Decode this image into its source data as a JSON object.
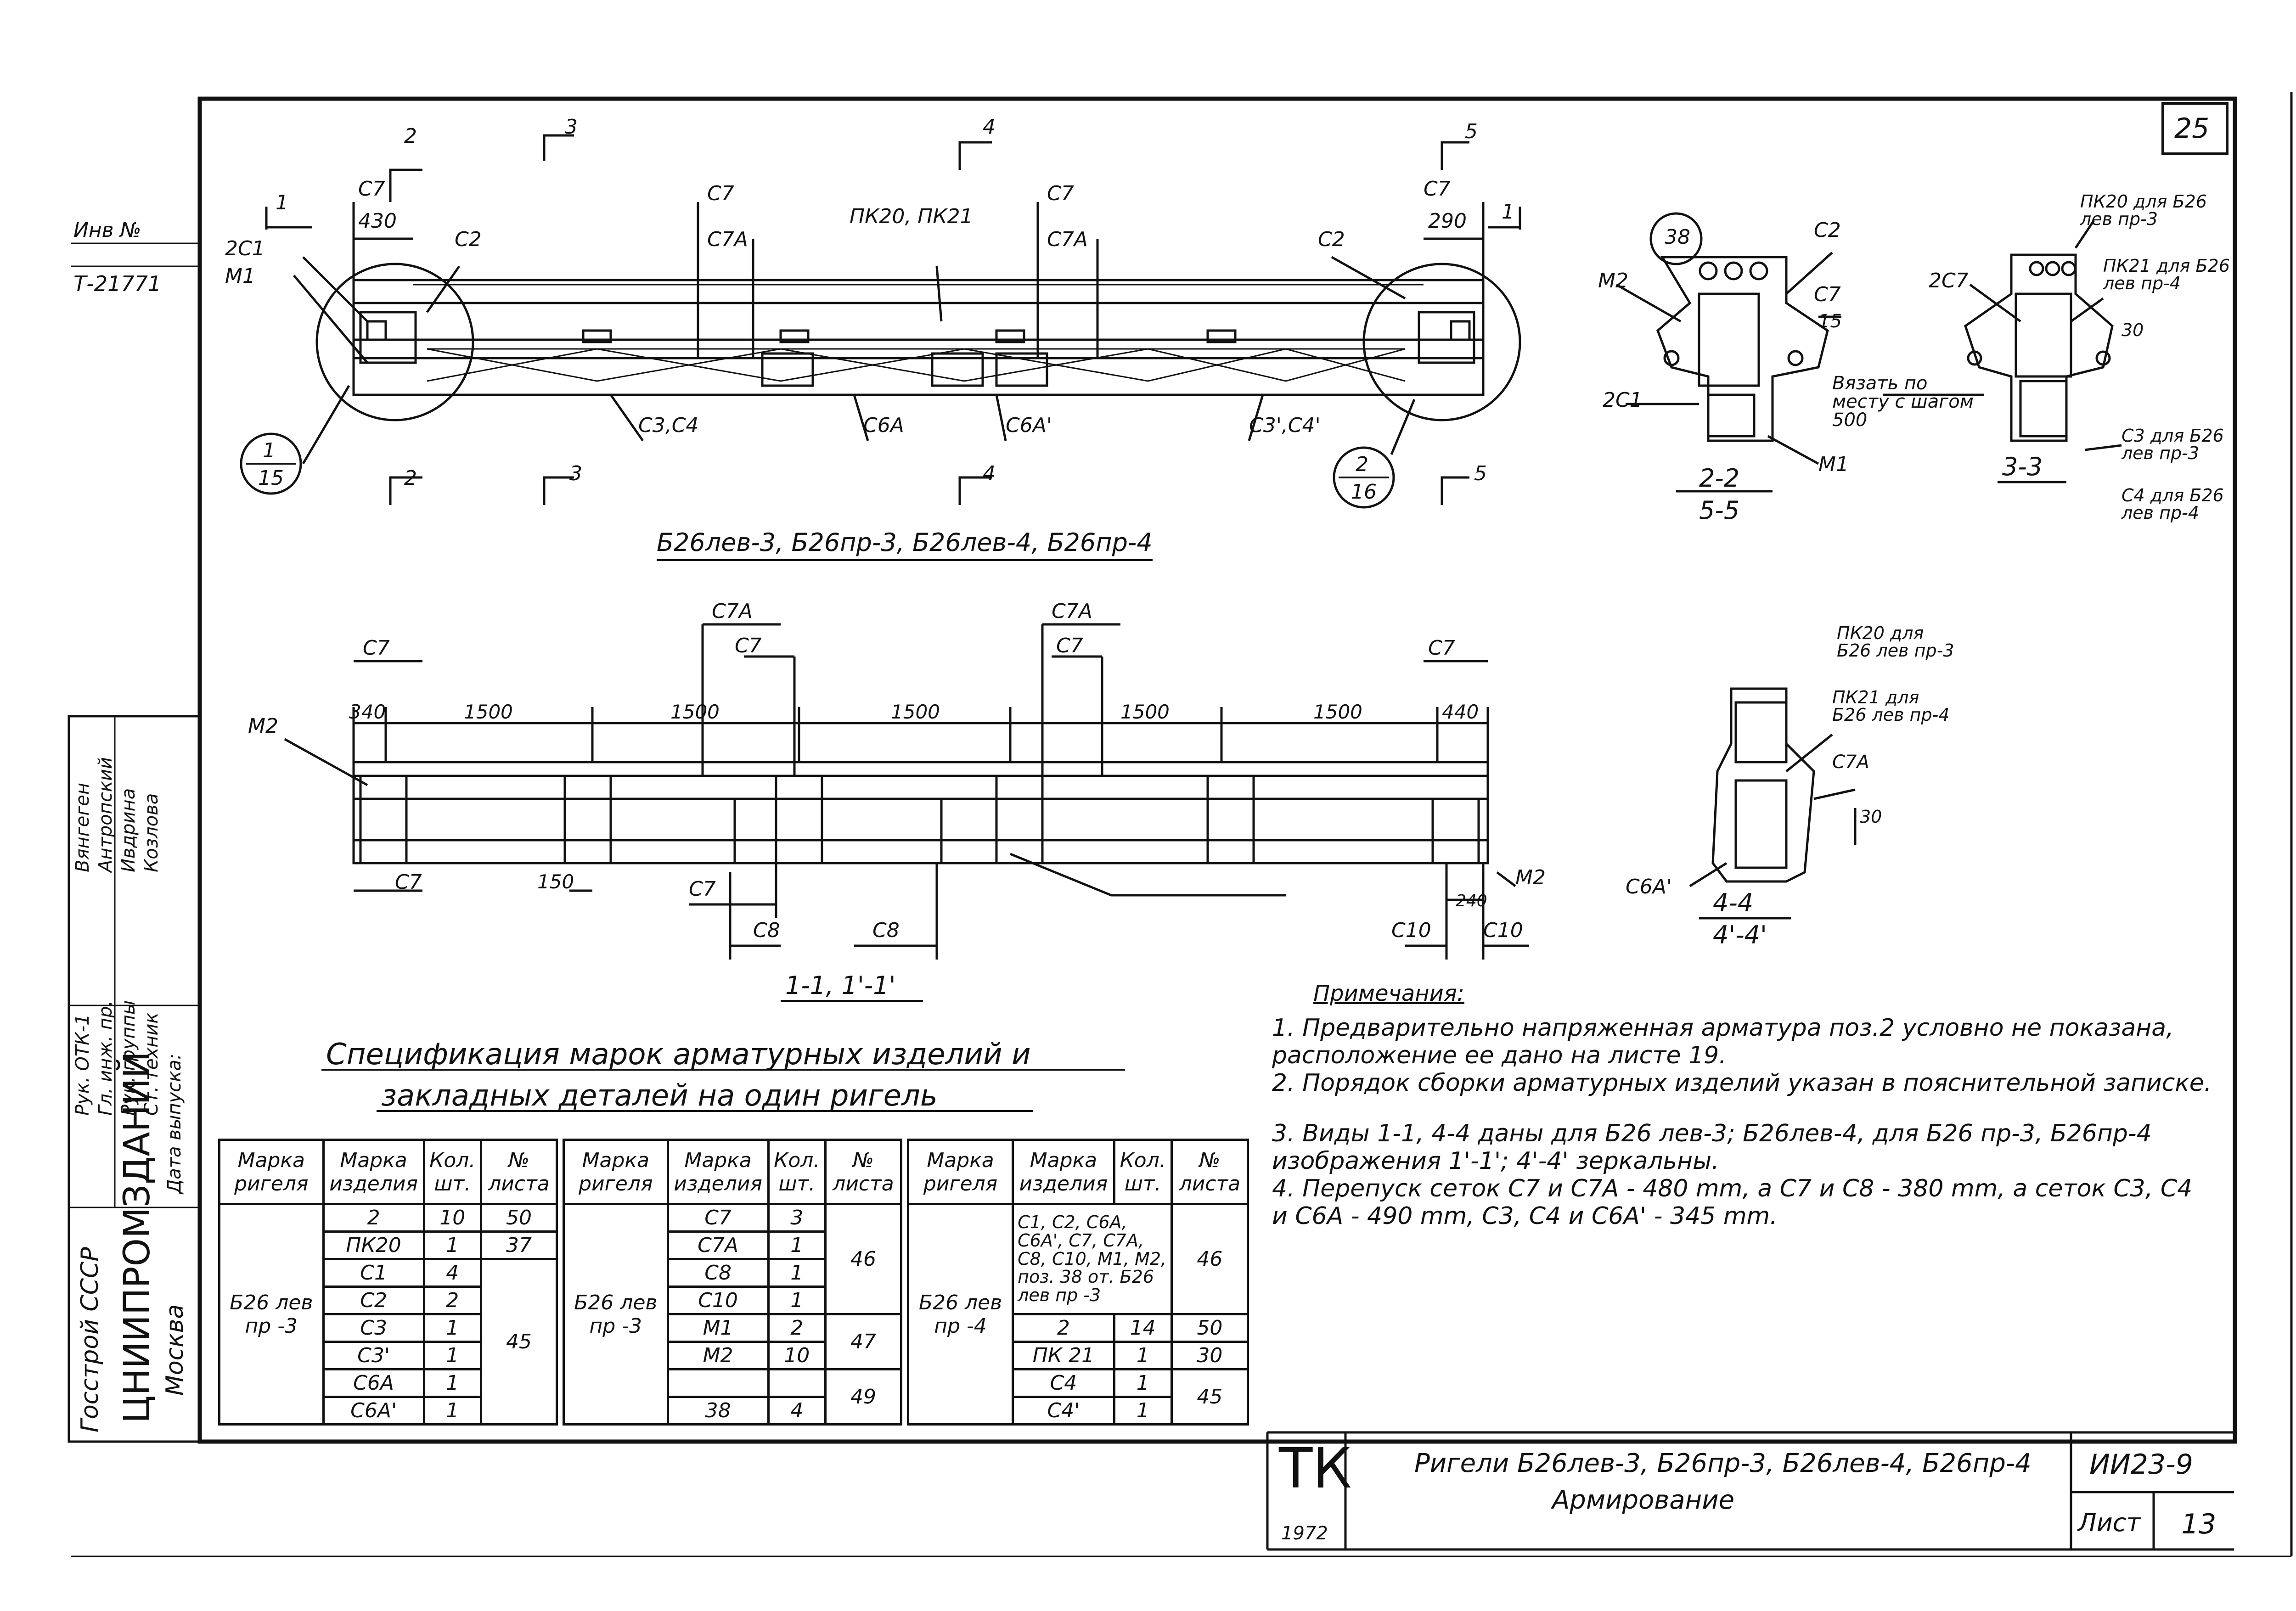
{
  "sheet_number": "25",
  "inv": {
    "label": "Инв №",
    "value": "Т-21771"
  },
  "left_strip": {
    "org": "ЦНИИПРОМЗДАНИЙ",
    "org_top": "Госстрой СССР",
    "city": "Москва",
    "roles": [
      "Рук. ОТК-1",
      "Гл. инж. пр.",
      "Рук. группы",
      "Ст. техник",
      "Дата выпуска:"
    ],
    "names": [
      "Вянгеген",
      "Антропский",
      "Ивдрина",
      "Козлова"
    ]
  },
  "top_view": {
    "caption": "Б26лев-3, Б26пр-3, Б26лев-4, Б26пр-4",
    "labels": {
      "pk": "ПК20, ПК21",
      "c7": "С7",
      "c7a": "С7А",
      "c2": "С2",
      "c1": "2С1",
      "m1": "М1",
      "c3c4": "С3,С4",
      "c6a": "С6А",
      "c6a2": "С6А'",
      "c3c4p": "С3',С4'",
      "d430": "430",
      "d290": "290"
    },
    "cuts": [
      "1",
      "2",
      "3",
      "4",
      "5"
    ],
    "callout_left": {
      "num": "1",
      "sheet": "15"
    },
    "callout_right": {
      "num": "2",
      "sheet": "16"
    }
  },
  "section_2_2": {
    "caption": "2-2",
    "sub": "5-5",
    "labels": [
      "38",
      "С2",
      "М2",
      "С7",
      "15",
      "2С1",
      "М1"
    ]
  },
  "section_3_3": {
    "caption": "3-3",
    "labels": [
      "ПК20 для Б26 лев пр-3",
      "ПК21 для Б26 лев пр-4",
      "2С7",
      "30",
      "Вязать по месту с шагом 500",
      "С3 для Б26 лев пр-3",
      "С4 для Б26 лев пр-4"
    ]
  },
  "section_4_4": {
    "caption": "4-4",
    "sub": "4'-4'",
    "labels": [
      "ПК20 для Б26 лев пр-3",
      "ПК21 для Б26 лев пр-4",
      "С7А",
      "30",
      "С6А'"
    ]
  },
  "plan_view": {
    "caption": "1-1, 1'-1'",
    "dims": [
      "340",
      "1500",
      "1500",
      "1500",
      "1500",
      "1500",
      "440",
      "150",
      "240"
    ],
    "labels": {
      "m2": "М2",
      "c7": "С7",
      "c7a": "С7А",
      "c8": "С8",
      "c10": "С10"
    }
  },
  "notes": {
    "title": "Примечания:",
    "items": [
      "1. Предварительно напряженная арматура поз.2 условно не показана, расположение ее дано на листе 19.",
      "2. Порядок сборки арматурных изделий указан в пояснительной записке.",
      "3. Виды 1-1, 4-4 даны для Б26 лев-3; Б26лев-4, для Б26 пр-3, Б26пр-4 изображения 1'-1'; 4'-4' зеркальны.",
      "4. Перепуск сеток С7 и С7А - 480 mm, а С7 и С8 - 380 mm, а сеток С3, С4 и С6А - 490 mm, С3, С4 и С6А' - 345 mm."
    ]
  },
  "spec": {
    "title_line1": "Спецификация марок арматурных изделий и",
    "title_line2": "закладных деталей на один ригель",
    "headers": [
      "Марка ригеля",
      "Марка изделия",
      "Кол. шт.",
      "№ листа"
    ],
    "t1": {
      "mark": "Б26 лев пр -3",
      "rows": [
        [
          "2",
          "10",
          "50"
        ],
        [
          "ПК20",
          "1",
          "37"
        ],
        [
          "С1",
          "4",
          ""
        ],
        [
          "С2",
          "2",
          ""
        ],
        [
          "С3",
          "1",
          "45"
        ],
        [
          "С3'",
          "1",
          ""
        ],
        [
          "С6А",
          "1",
          ""
        ],
        [
          "С6А'",
          "1",
          ""
        ]
      ]
    },
    "t2": {
      "mark": "Б26 лев пр -3",
      "rows": [
        [
          "С7",
          "3",
          ""
        ],
        [
          "С7А",
          "1",
          "46"
        ],
        [
          "С8",
          "1",
          ""
        ],
        [
          "С10",
          "1",
          ""
        ],
        [
          "М1",
          "2",
          "47"
        ],
        [
          "М2",
          "10",
          ""
        ],
        [
          "",
          "",
          "49"
        ],
        [
          "38",
          "4",
          ""
        ]
      ]
    },
    "t3": {
      "mark": "Б26 лев пр -4",
      "first": "С1, С2, С6А, С6А', С7, С7А, С8, С10, М1, М2, поз. 38 от. Б26 лев пр -3",
      "rows": [
        [
          "2",
          "14",
          "50"
        ],
        [
          "ПК 21",
          "1",
          "30"
        ],
        [
          "С4",
          "1",
          "45"
        ],
        [
          "С4'",
          "1",
          ""
        ]
      ]
    }
  },
  "stamp": {
    "tk": "ТК",
    "year": "1972",
    "title": "Ригели Б26лев-3, Б26пр-3, Б26лев-4, Б26пр-4",
    "subtitle": "Армирование",
    "doc": "ИИ23-9",
    "sheet_label": "Лист",
    "sheet": "13"
  }
}
